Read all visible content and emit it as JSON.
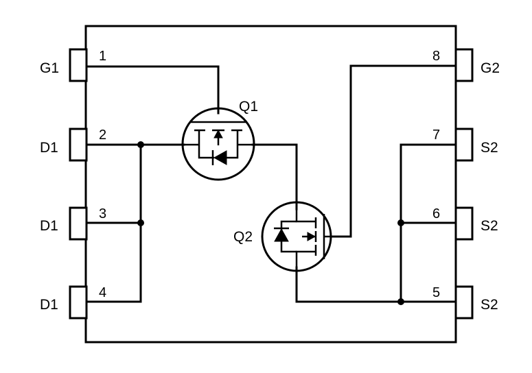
{
  "pins": {
    "p1": {
      "number": "1",
      "name": "G1"
    },
    "p2": {
      "number": "2",
      "name": "D1"
    },
    "p3": {
      "number": "3",
      "name": "D1"
    },
    "p4": {
      "number": "4",
      "name": "D1"
    },
    "p5": {
      "number": "5",
      "name": "S2"
    },
    "p6": {
      "number": "6",
      "name": "S2"
    },
    "p7": {
      "number": "7",
      "name": "S2"
    },
    "p8": {
      "number": "8",
      "name": "G2"
    }
  },
  "transistors": {
    "q1": {
      "label": "Q1"
    },
    "q2": {
      "label": "Q2"
    }
  }
}
